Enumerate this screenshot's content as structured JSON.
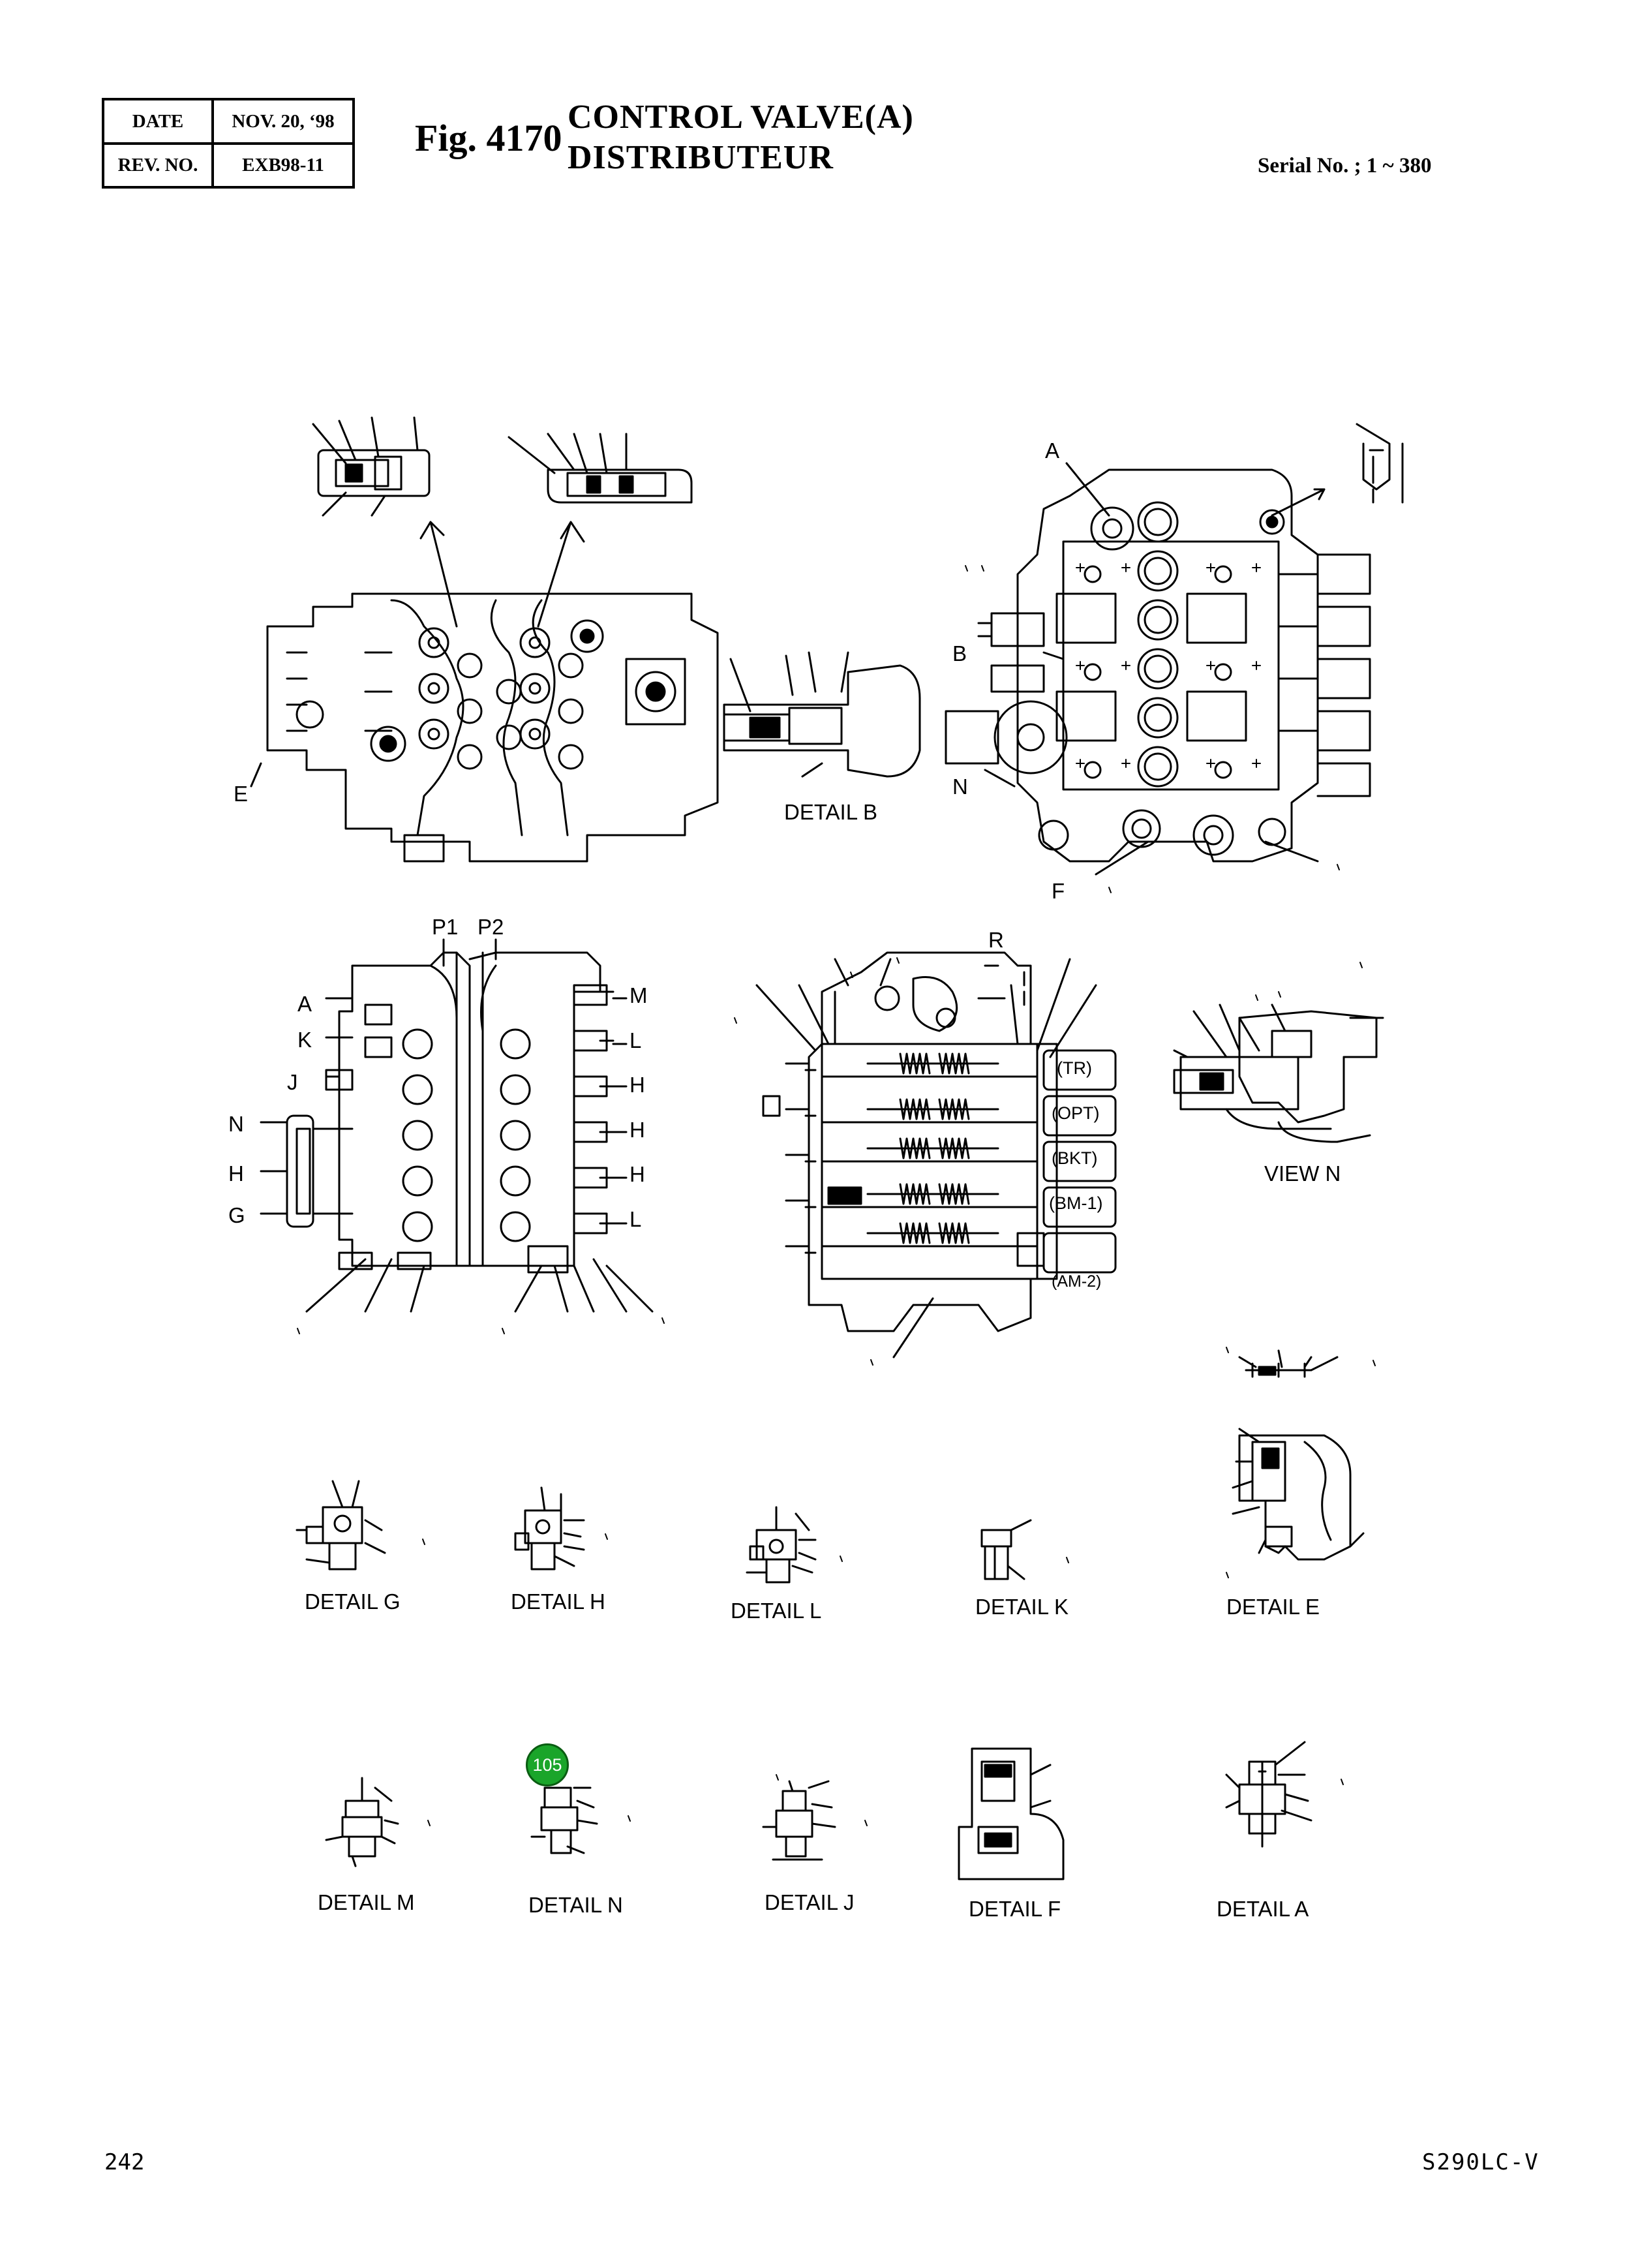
{
  "header": {
    "date_label": "DATE",
    "date_value": "NOV. 20, ‘98",
    "rev_label": "REV. NO.",
    "rev_value": "EXB98-11",
    "fig_label": "Fig. 4170",
    "title_en": "CONTROL VALVE(A)",
    "title_fr": "DISTRIBUTEUR",
    "serial": "Serial No. ; 1 ~ 380"
  },
  "top_view_labels": {
    "e": "E",
    "a": "A",
    "b": "B",
    "n": "N",
    "f": "F",
    "detail_b": "DETAIL  B"
  },
  "side_view_labels": {
    "p1": "P1",
    "p2": "P2",
    "a": "A",
    "k": "K",
    "j": "J",
    "n": "N",
    "h": "H",
    "g": "G",
    "m": "M",
    "l1": "L",
    "h1": "H",
    "h2": "H",
    "h3": "H",
    "l2": "L"
  },
  "section_view_labels": {
    "r": "R",
    "sections": [
      "(TR)",
      "(OPT)",
      "(BKT)",
      "(BM-1)",
      "(AM-2)"
    ],
    "view_n": "VIEW  N"
  },
  "detail_labels": {
    "g": "DETAIL  G",
    "h": "DETAIL  H",
    "l": "DETAIL  L",
    "k": "DETAIL  K",
    "e": "DETAIL  E",
    "m": "DETAIL  M",
    "n": "DETAIL  N",
    "j": "DETAIL  J",
    "f": "DETAIL  F",
    "a": "DETAIL  A"
  },
  "callout": {
    "number": "105",
    "color": "#1aa52a"
  },
  "footer": {
    "page": "242",
    "model": "S290LC-V"
  }
}
